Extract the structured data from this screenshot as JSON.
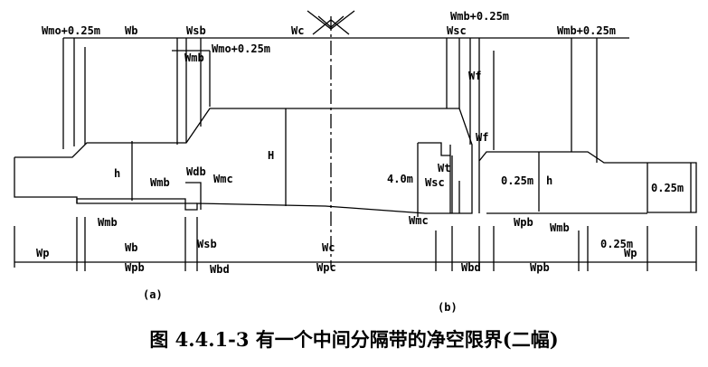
{
  "caption": "图 4.4.1-3  有一个中间分隔带的净空限界(二幅)",
  "panel_labels": {
    "a": "(a)",
    "b": "(b)"
  },
  "labels": {
    "wmo_025": "Wmo+0.25m",
    "wb_top": "Wb",
    "wsb_top": "Wsb",
    "wc_top": "Wc",
    "wmb_025_top": "Wmb+0.25m",
    "wsc_top": "Wsc",
    "wmb_025_right": "Wmb+0.25m",
    "wmb_small": "Wmb",
    "wmo_025_mid": "Wmo+0.25m",
    "wf_upper": "Wf",
    "wf_lower": "Wf",
    "h_left": "h",
    "H": "H",
    "wdb": "Wdb",
    "wmb_mid": "Wmb",
    "wmc_left": "Wmc",
    "wt": "Wt",
    "h40": "4.0m",
    "wsc_mid": "Wsc",
    "r025_mid": "0.25m",
    "h_right": "h",
    "r025_right": "0.25m",
    "wmb_left_low": "Wmb",
    "wmc_right": "Wmc",
    "wpb_right_low": "Wpb",
    "wmb_right_low": "Wmb",
    "wp_left": "Wp",
    "wb_low": "Wb",
    "wsb_low": "Wsb",
    "wc_low": "Wc",
    "r025_low": "0.25m",
    "wp_right": "Wp",
    "wpb_left": "Wpb",
    "wbd_left": "Wbd",
    "wpc": "Wpc",
    "wbd_right": "Wbd",
    "wpb_right": "Wpb"
  }
}
